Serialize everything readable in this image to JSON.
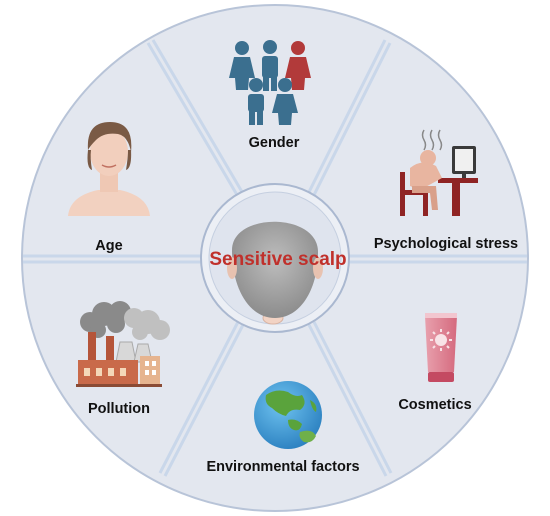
{
  "center": {
    "label": "Sensitive scalp",
    "icon": "head-top-view-icon"
  },
  "factors": [
    {
      "id": "gender",
      "label": "Gender",
      "icon": "people-group-icon"
    },
    {
      "id": "psychological-stress",
      "label": "Psychological stress",
      "icon": "stressed-person-at-desk-icon"
    },
    {
      "id": "cosmetics",
      "label": "Cosmetics",
      "icon": "cosmetic-tube-icon"
    },
    {
      "id": "environmental-factors",
      "label": "Environmental factors",
      "icon": "earth-globe-icon"
    },
    {
      "id": "pollution",
      "label": "Pollution",
      "icon": "factory-smoke-icon"
    },
    {
      "id": "age",
      "label": "Age",
      "icon": "elderly-woman-icon"
    }
  ],
  "colors": {
    "disc_fill": "#e3e7ef",
    "disc_stroke": "#b8c4d8",
    "divider": "#c9d7ea",
    "center_text": "#c0302b",
    "people_blue": "#3b6f8f",
    "people_red": "#b23a3a"
  }
}
